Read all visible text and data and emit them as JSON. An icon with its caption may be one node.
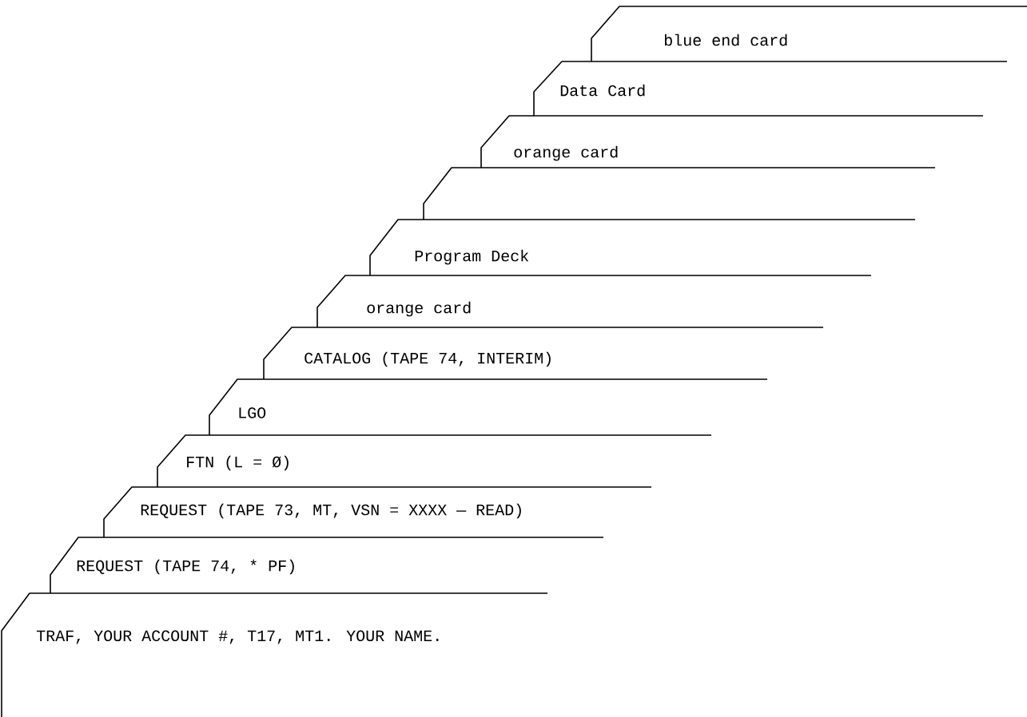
{
  "diagram": {
    "nodes": [
      {
        "text": [
          "blue end card"
        ]
      },
      {
        "text": [
          "Data Card"
        ]
      },
      {
        "text": [
          "orange card"
        ]
      },
      {
        "text": [],
        "shape": "card"
      },
      {
        "text": [
          "Program Deck"
        ]
      },
      {
        "text": [
          "orange card"
        ]
      },
      {
        "text": [
          "CATALOG (TAPE 74, INTERIM)"
        ]
      },
      {
        "text": [
          "LGO"
        ]
      },
      {
        "text": [
          "FTN (L = Ø)"
        ]
      },
      {
        "text": [
          "REQUEST (TAPE 73, MT, VSN = XXXX — READ)"
        ]
      },
      {
        "text": [
          "REQUEST (TAPE 74, * PF)"
        ]
      },
      {
        "text": [
          "TRAF, YOUR ACCOUNT #, T17, MT1. YOUR NAME."
        ]
      }
    ]
  }
}
